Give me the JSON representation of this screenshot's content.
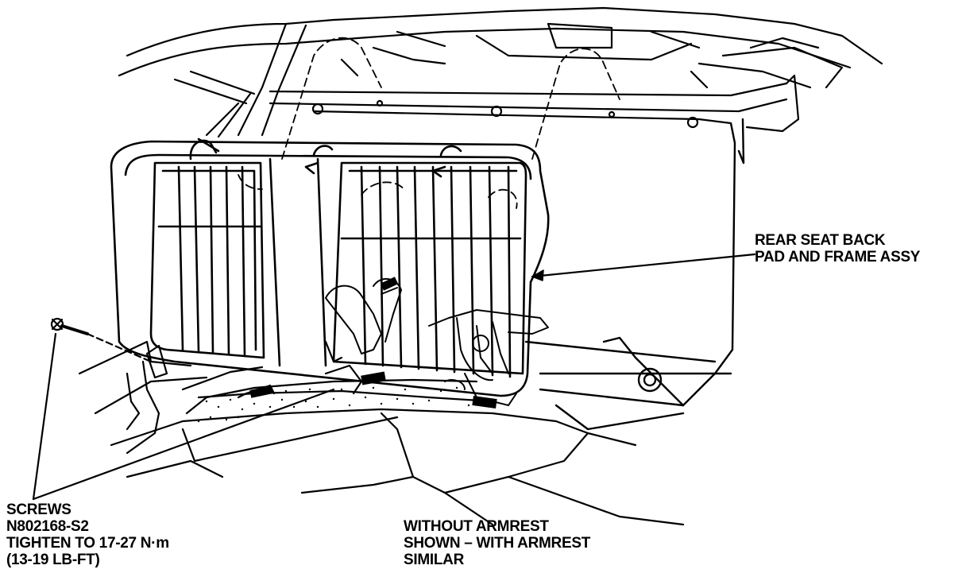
{
  "labels": {
    "seat_back": {
      "line1": "REAR SEAT BACK",
      "line2": "PAD AND FRAME ASSY"
    },
    "screws": {
      "line1": "SCREWS",
      "line2": "N802168-S2",
      "line3": "TIGHTEN TO 17-27 N·m",
      "line4": "(13-19 LB-FT)"
    },
    "note": {
      "line1": "WITHOUT ARMREST",
      "line2": "SHOWN – WITH ARMREST",
      "line3": "SIMILAR"
    }
  },
  "colors": {
    "ink": "#000000",
    "paper": "#ffffff"
  }
}
